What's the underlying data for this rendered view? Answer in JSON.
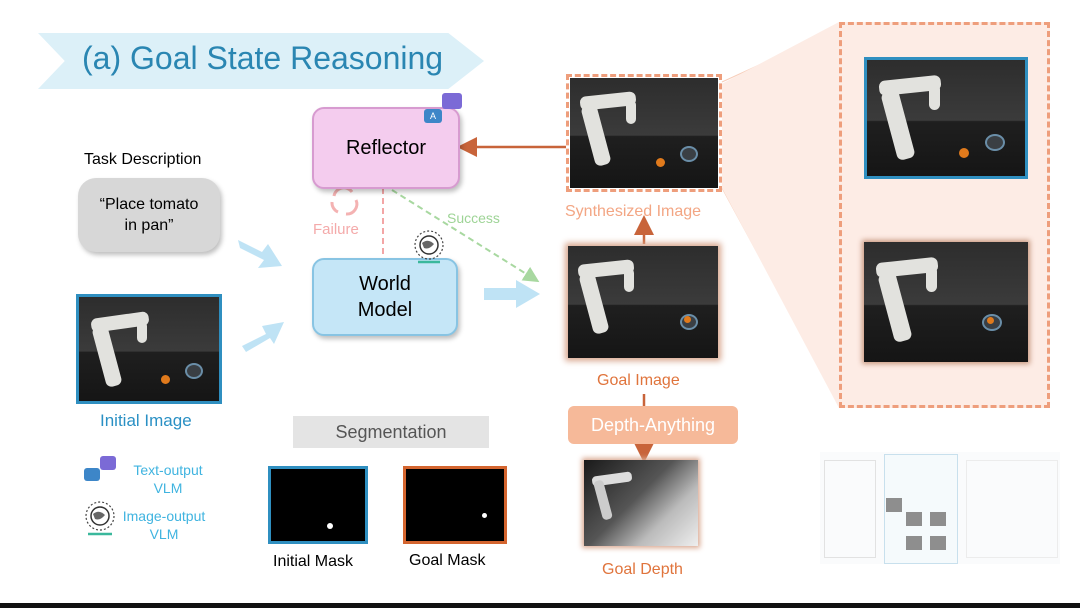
{
  "title": "(a) Goal State Reasoning",
  "task": {
    "heading": "Task Description",
    "text": "“Place tomato in pan”"
  },
  "initial_image_label": "Initial Image",
  "reflector_label": "Reflector",
  "world_model_label": "World Model",
  "failure_label": "Failure",
  "success_label": "Success",
  "synthesized_label": "Synthesized Image",
  "goal_image_label": "Goal Image",
  "depth_button": "Depth-Anything",
  "goal_depth_label": "Goal Depth",
  "segmentation_label": "Segmentation",
  "initial_mask_label": "Initial Mask",
  "goal_mask_label": "Goal Mask",
  "legend": {
    "text_vlm": "Text-output VLM",
    "image_vlm": "Image-output VLM"
  },
  "colors": {
    "accent_blue": "#2a86b2",
    "orange": "#e0743c",
    "pink": "#f4ccee",
    "light_blue": "#c5e6f7"
  }
}
